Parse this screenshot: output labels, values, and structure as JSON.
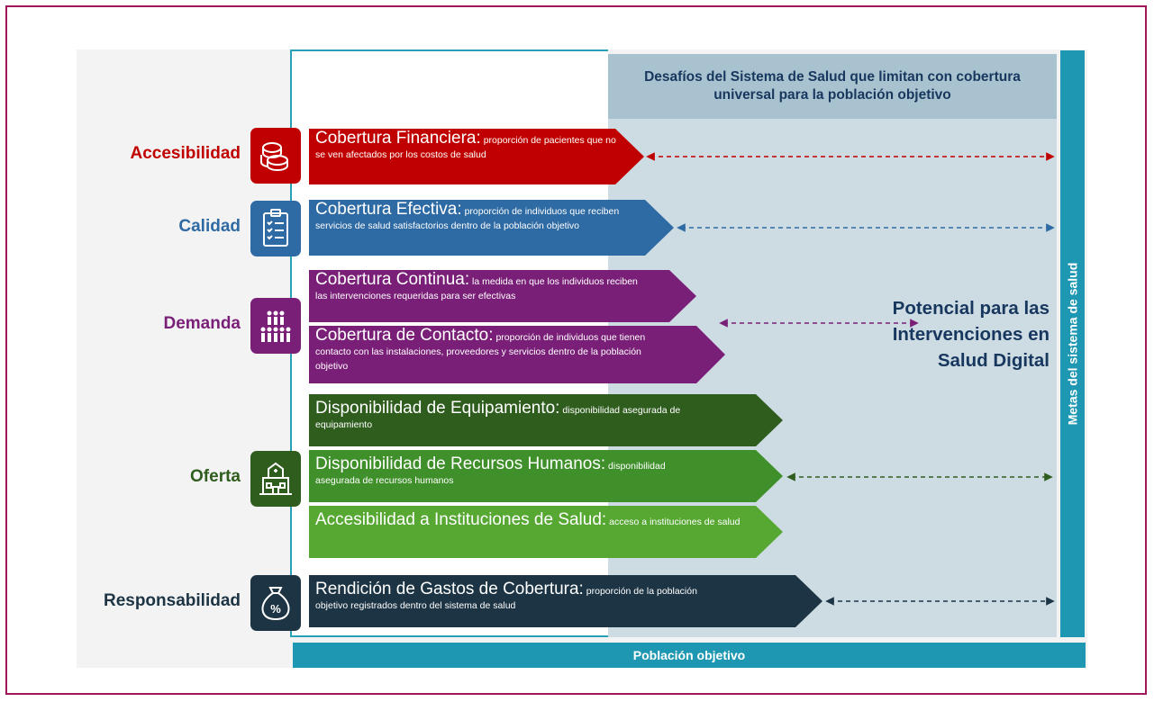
{
  "header": "Desafíos del Sistema de Salud que limitan con cobertura universal para la población objetivo",
  "goals_label": "Metas del sistema de salud",
  "population_label": "Población objetivo",
  "potential_text": "Potencial para las Intervenciones en Salud Digital",
  "colors": {
    "frame": "#a0175a",
    "teal": "#1e97b2",
    "accesibilidad": "#c00000",
    "calidad": "#2e6aa3",
    "demanda": "#7a1f78",
    "oferta_dark": "#2f5d1e",
    "oferta_mid": "#3f8f2a",
    "oferta_light": "#57a833",
    "responsabilidad": "#1c3444",
    "title_navy": "#17375e"
  },
  "categories": {
    "accesibilidad": {
      "label": "Accesibilidad",
      "icon": "coins-icon"
    },
    "calidad": {
      "label": "Calidad",
      "icon": "clipboard-checklist-icon"
    },
    "demanda": {
      "label": "Demanda",
      "icon": "people-group-icon"
    },
    "oferta": {
      "label": "Oferta",
      "icon": "hospital-icon"
    },
    "responsabilidad": {
      "label": "Responsabilidad",
      "icon": "money-bag-percent-icon"
    }
  },
  "arrows": {
    "financiera": {
      "title": "Cobertura Financiera:",
      "desc": "proporción de pacientes que no se ven afectados por los costos de salud"
    },
    "efectiva": {
      "title": "Cobertura Efectiva:",
      "desc": "proporción de individuos que reciben servicios de salud satisfactorios dentro de la población objetivo"
    },
    "continua": {
      "title": "Cobertura Continua:",
      "desc": "la medida en que los individuos reciben las intervenciones requeridas para ser efectivas"
    },
    "contacto": {
      "title": "Cobertura de Contacto:",
      "desc": "proporción de individuos que tienen contacto con las instalaciones, proveedores y servicios dentro de la población objetivo"
    },
    "equipamiento": {
      "title": "Disponibilidad de Equipamiento:",
      "desc": "disponibilidad asegurada de equipamiento"
    },
    "recursos": {
      "title": "Disponibilidad de Recursos Humanos:",
      "desc": "disponibilidad asegurada de recursos humanos"
    },
    "instituciones": {
      "title": "Accesibilidad a Instituciones de Salud:",
      "desc": "acceso a instituciones de salud"
    },
    "rendicion": {
      "title": "Rendición de Gastos de Cobertura:",
      "desc": "proporción de la población objetivo registrados dentro del sistema de salud"
    }
  }
}
